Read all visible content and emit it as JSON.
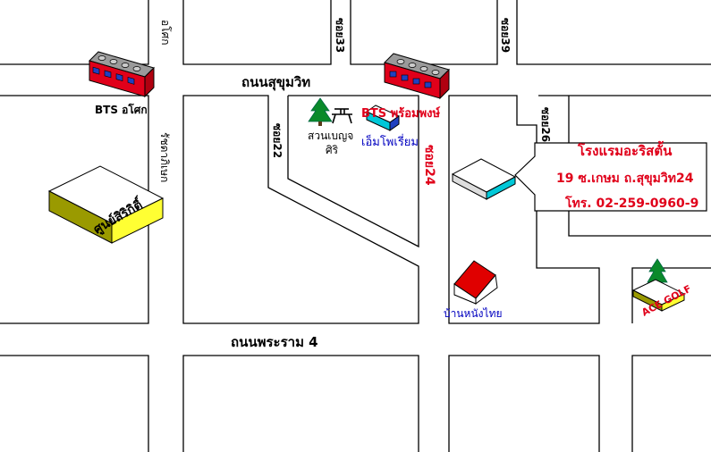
{
  "roads": {
    "sukhumvit": "ถนนสุขุมวิท",
    "rama4": "ถนนพระราม 4",
    "asok": "อโศก",
    "soi33": "ซอย33",
    "soi39": "ซอย39",
    "soi22": "ซอย22",
    "soi24": "ซอย24",
    "soi26": "ซอย26",
    "ratchadaphisek": "รัชดาภิเษก"
  },
  "places": {
    "bts_asok": "BTS อโศก",
    "bts_phrom_phong": "BTS พร้อมพงษ์",
    "benjasiri_park_line1": "สวนเบญจ",
    "benjasiri_park_line2": "ศิริ",
    "emporium": "เอ็มโพเรี่ยม",
    "sirikit_center": "ศูนย์สิริกิติ์",
    "ban_nang_thai": "บ้านหนังไทย",
    "ace_golf": "ACE GOLF"
  },
  "hotel": {
    "name": "โรงแรมอะริสตั้น",
    "address": "19 ซ.เกษม ถ.สุขุมวิท24",
    "phone": "โทร. 02-259-0960-9"
  },
  "colors": {
    "train_red": "#e0001a",
    "train_windows": "#2040c0",
    "label_red": "#e0001a",
    "label_blue": "#0000c0",
    "building_yellow": "#ffff33",
    "building_olive": "#9a9a00",
    "tree_green": "#0a8a2a",
    "roof_red": "#e00000",
    "cyan": "#00c8d8"
  }
}
